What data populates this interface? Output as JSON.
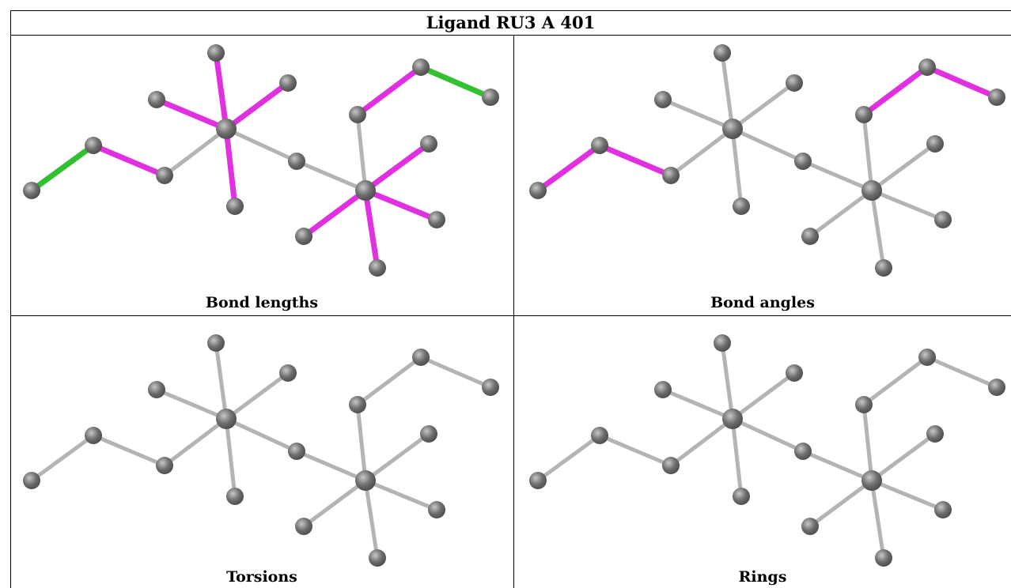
{
  "title": "Ligand RU3 A 401",
  "panels": [
    {
      "caption": "Bond lengths"
    },
    {
      "caption": "Bond angles"
    },
    {
      "caption": "Torsions"
    },
    {
      "caption": "Rings"
    }
  ],
  "colors": {
    "atom": "#6e6e6e",
    "bond_default": "#b4b4b4",
    "highlight_magenta": "#e030e0",
    "highlight_green": "#30c030"
  }
}
